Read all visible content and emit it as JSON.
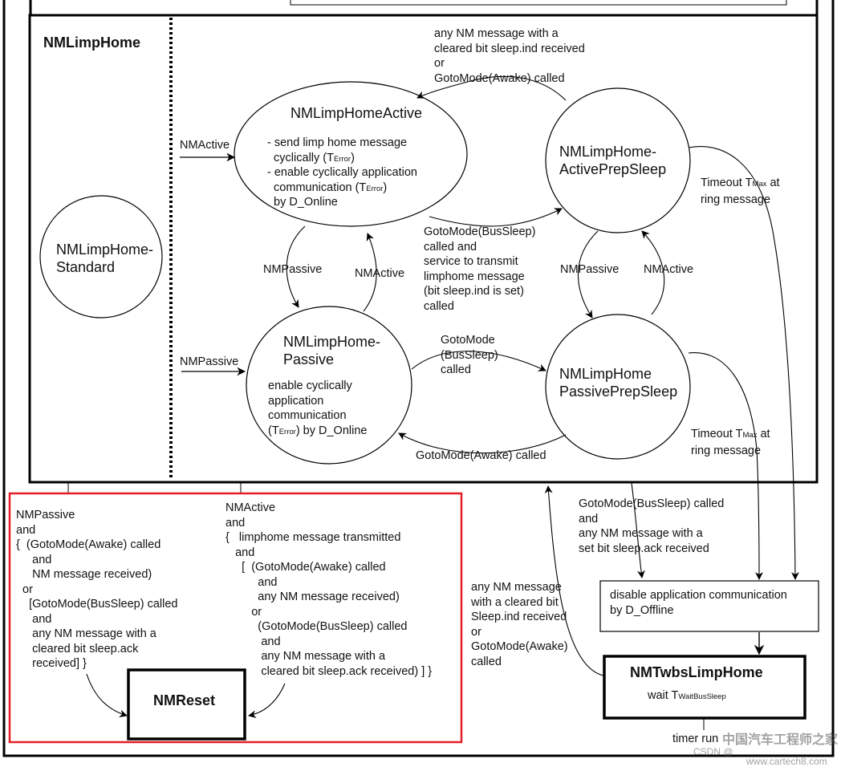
{
  "container_title": "NMLimpHome",
  "states": {
    "standard": "NMLimpHome-\nStandard",
    "active_title": "NMLimpHomeActive",
    "active_body": "- send limp home message\n  cyclically (T",
    "active_sub1": "Error",
    "active_body2": "- enable cyclically application\n  communication (T",
    "active_sub2": "Error",
    "active_body3": "  by D_Online",
    "passive_title": "NMLimpHome-\nPassive",
    "passive_body": "enable cyclically\napplication\ncommunication",
    "passive_sub": "Error",
    "passive_body2": ") by D_Online",
    "active_prep": "NMLimpHome-\nActivePrepSleep",
    "passive_prep": "NMLimpHome\nPassivePrepSleep"
  },
  "transitions": {
    "nmactive_in": "NMActive",
    "nmpassive_in": "NMPassive",
    "nmpassive_left": "NMPassive",
    "nmactive_left": "NMActive",
    "nmpassive_right": "NMPassive",
    "nmactive_right": "NMActive",
    "top_wake": "any NM message with a\ncleared bit sleep.ind received\nor\nGotoMode(Awake) called",
    "bussleep_active": "GotoMode(BusSleep)\ncalled and\nservice to transmit\nlimphome message\n(bit sleep.ind is set)\ncalled",
    "bussleep_passive": "GotoMode\n(BusSleep)\ncalled",
    "awake_passive": "GotoMode(Awake) called",
    "timeout1_a": "Timeout T",
    "timeout1_sub": "Max",
    "timeout1_b": " at\nring message",
    "timeout2_a": "Timeout T",
    "timeout2_sub": "Max",
    "timeout2_b": " at\nring message",
    "bussleep_ack": "GotoMode(BusSleep) called\nand\nany NM message with a\nset bit sleep.ack received",
    "wake_left": "any NM message\nwith a cleared bit\nSleep.ind received\nor\nGotoMode(Awake)\ncalled",
    "reset_left": "NMPassive\nand\n{  (GotoMode(Awake) called\n     and\n     NM message received)\n  or\n    [GotoMode(BusSleep) called\n     and\n     any NM message with a\n     cleared bit sleep.ack\n     received] }",
    "reset_right": "NMActive\nand\n{   limphome message transmitted\n   and\n     [  (GotoMode(Awake) called\n          and\n          any NM message received)\n        or\n          (GotoMode(BusSleep) called\n           and\n           any NM message with a\n           cleared bit sleep.ack received) ] }",
    "timer": "timer run"
  },
  "boxes": {
    "nmreset": "NMReset",
    "disable": "disable application communication\nby D_Offline",
    "twbs_title": "NMTwbsLimpHome",
    "twbs_wait": "wait T",
    "twbs_sub": "WaitBusSleep"
  },
  "watermark": {
    "cn": "中国汽车工程师之家",
    "csdn": "CSDN @",
    "site": "www.cartech8.com"
  },
  "colors": {
    "highlight": "#e41e26",
    "line": "#000000"
  }
}
